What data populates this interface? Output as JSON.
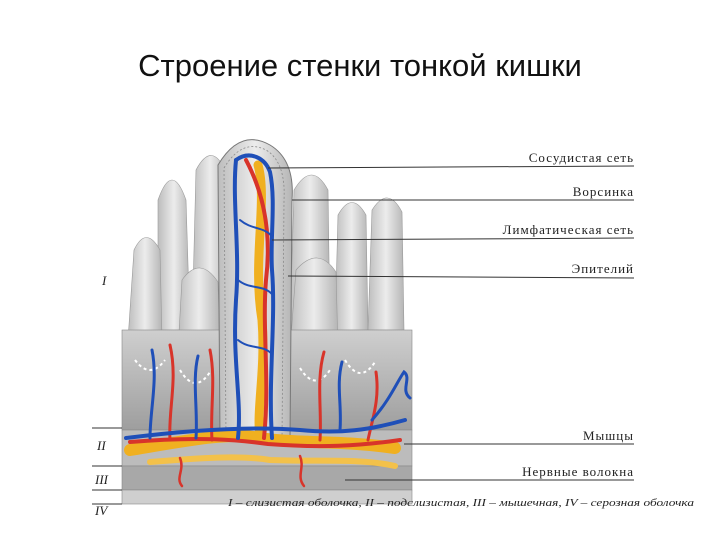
{
  "title": "Строение стенки тонкой кишки",
  "labels": {
    "vascular_net": "Сосудистая сеть",
    "villus": "Ворсинка",
    "lymphatic_net": "Лимфатическая сеть",
    "epithelium": "Эпителий",
    "muscles": "Мышцы",
    "nerve_fibers": "Нервные волокна"
  },
  "layers": {
    "I": "I",
    "II": "II",
    "III": "III",
    "IV": "IV"
  },
  "caption": "I – слизистая оболочка, II – подслизистая, III – мышечная, IV – серозная оболочка",
  "colors": {
    "artery": "#d8342a",
    "vein": "#1f4fb8",
    "lymph": "#f0b020",
    "tissue": "#d9d9d9"
  }
}
